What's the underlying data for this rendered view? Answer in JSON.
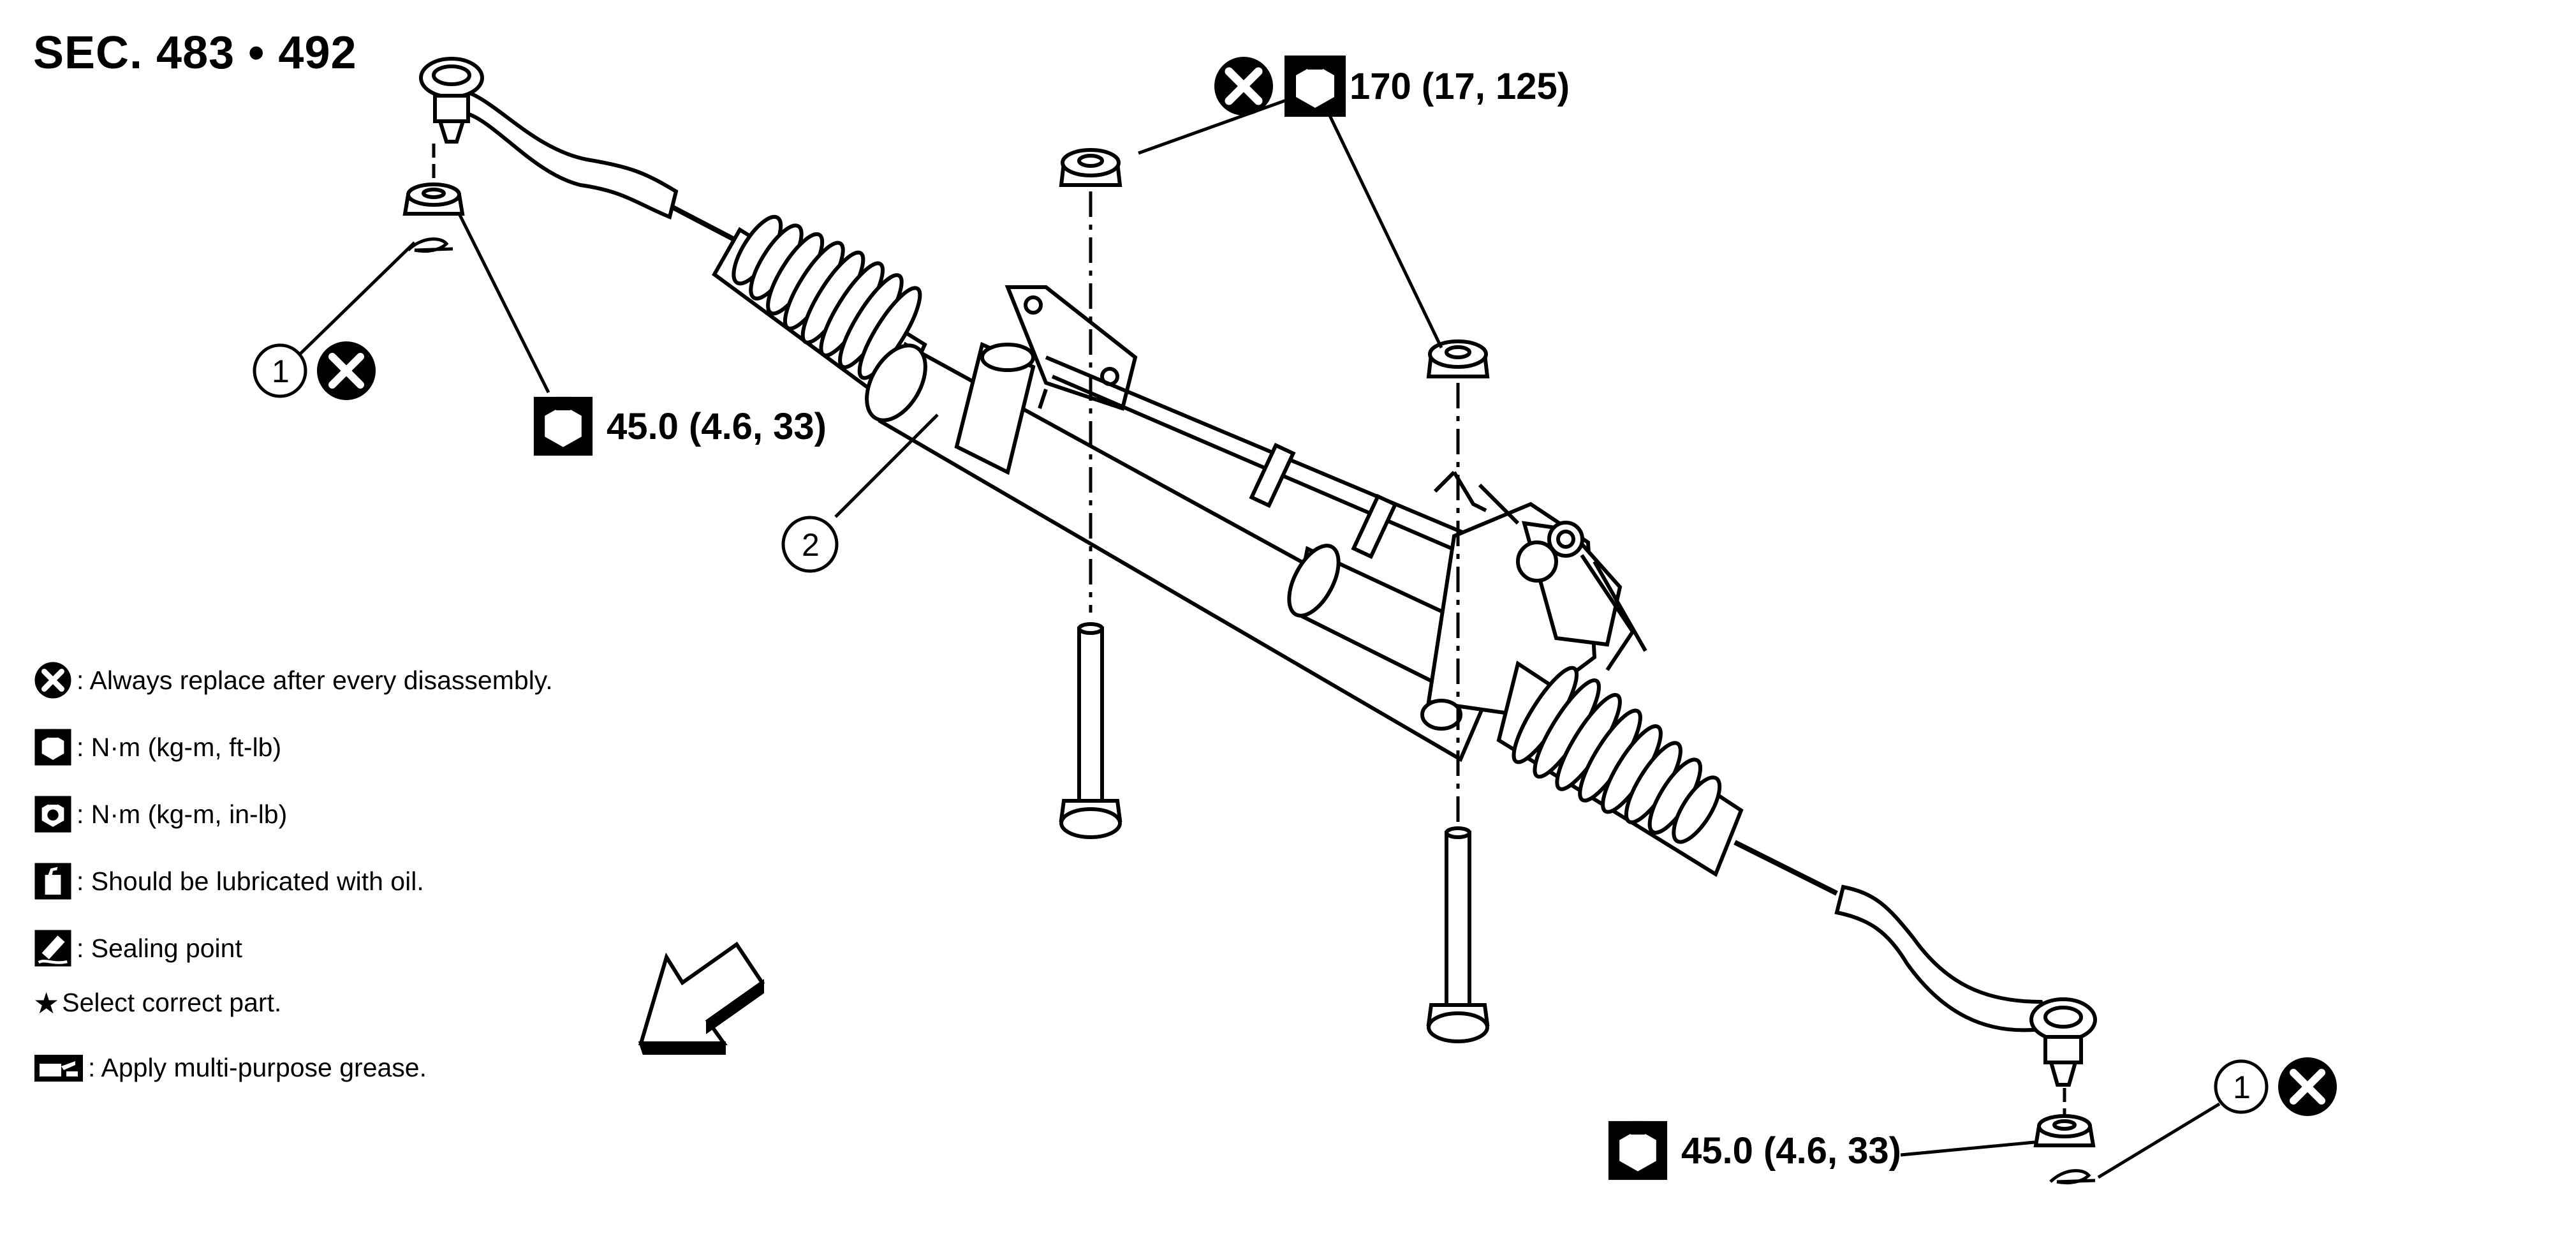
{
  "section_title": "SEC. 483 • 492",
  "callouts": {
    "part_1": "1",
    "part_2": "2"
  },
  "torque_specs": {
    "mounting_nuts": "170 (17, 125)",
    "tie_rod_end_left": "45.0 (4.6, 33)",
    "tie_rod_end_right": "45.0 (4.6, 33)"
  },
  "legend": [
    {
      "icon": "replace-icon",
      "text": ": Always replace after every disassembly."
    },
    {
      "icon": "torque-ftlb-icon",
      "text": ": N·m (kg-m, ft-lb)"
    },
    {
      "icon": "torque-inlb-icon",
      "text": ": N·m (kg-m, in-lb)"
    },
    {
      "icon": "oil-can-icon",
      "text": ": Should be lubricated with oil."
    },
    {
      "icon": "sealing-point-icon",
      "text": ": Sealing point"
    },
    {
      "icon": "star-icon",
      "symbol": "★",
      "text": " Select correct part."
    },
    {
      "icon": "grease-icon",
      "text": " : Apply multi-purpose grease."
    }
  ]
}
